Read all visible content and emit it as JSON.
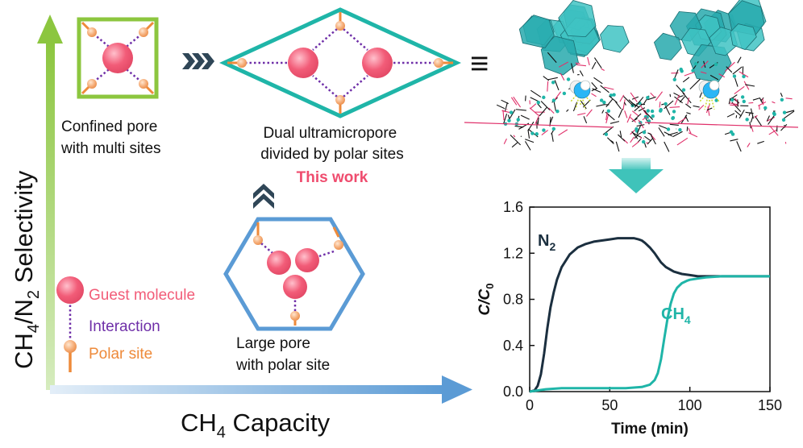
{
  "axes": {
    "y_main": "CH",
    "y_sub1": "4",
    "y_mid": "/N",
    "y_sub2": "2",
    "y_end": " Selectivity",
    "x_main": "CH",
    "x_sub": "4",
    "x_end": " Capacity"
  },
  "pores": {
    "confined_line1": "Confined pore",
    "confined_line2": "with multi sites",
    "dual_line1": "Dual ultramicropore",
    "dual_line2": "divided by polar sites",
    "this_work": "This work",
    "large_line1": "Large pore",
    "large_line2": "with polar site"
  },
  "legend": {
    "guest": "Guest molecule",
    "interaction": "Interaction",
    "polar": "Polar site"
  },
  "equiv_symbol": "≡",
  "colors": {
    "guest": "#f25c78",
    "interaction": "#6f2fa8",
    "polar": "#ee8a3a",
    "green": "#8cc63f",
    "teal": "#1fb5a8",
    "blue": "#5b9bd5",
    "navy": "#1b2f3f",
    "chevron": "#2f4657",
    "this_work": "#ef4c6e"
  },
  "chart_data": {
    "type": "line",
    "xlabel": "Time (min)",
    "ylabel_main": "C",
    "ylabel_sub": "0",
    "xlim": [
      0,
      150
    ],
    "ylim": [
      0,
      1.6
    ],
    "xticks": [
      "0",
      "50",
      "100",
      "150"
    ],
    "yticks": [
      "0.0",
      "0.4",
      "0.8",
      "1.2",
      "1.6"
    ],
    "series": [
      {
        "name": "N",
        "name_sub": "2",
        "color": "#1b2f3f",
        "x": [
          0,
          3,
          5,
          7,
          9,
          11,
          13,
          15,
          17,
          20,
          25,
          30,
          35,
          40,
          45,
          50,
          55,
          60,
          65,
          68,
          70,
          72,
          75,
          78,
          80,
          82,
          85,
          90,
          95,
          100,
          105,
          110,
          120,
          130,
          140,
          150
        ],
        "y": [
          0,
          0.01,
          0.05,
          0.15,
          0.33,
          0.55,
          0.73,
          0.86,
          0.97,
          1.08,
          1.19,
          1.25,
          1.28,
          1.3,
          1.31,
          1.32,
          1.33,
          1.33,
          1.33,
          1.32,
          1.31,
          1.29,
          1.25,
          1.2,
          1.16,
          1.12,
          1.08,
          1.04,
          1.02,
          1.01,
          1.0,
          1.0,
          1.0,
          1.0,
          1.0,
          1.0
        ]
      },
      {
        "name": "CH",
        "name_sub": "4",
        "color": "#1fb5a8",
        "x": [
          0,
          10,
          20,
          30,
          40,
          50,
          60,
          70,
          75,
          78,
          80,
          82,
          84,
          86,
          88,
          90,
          92,
          95,
          98,
          100,
          105,
          110,
          120,
          130,
          140,
          150
        ],
        "y": [
          0,
          0.02,
          0.03,
          0.03,
          0.03,
          0.03,
          0.03,
          0.04,
          0.06,
          0.1,
          0.16,
          0.28,
          0.46,
          0.63,
          0.76,
          0.85,
          0.9,
          0.94,
          0.96,
          0.97,
          0.98,
          0.99,
          1.0,
          1.0,
          1.0,
          1.0
        ]
      }
    ]
  }
}
